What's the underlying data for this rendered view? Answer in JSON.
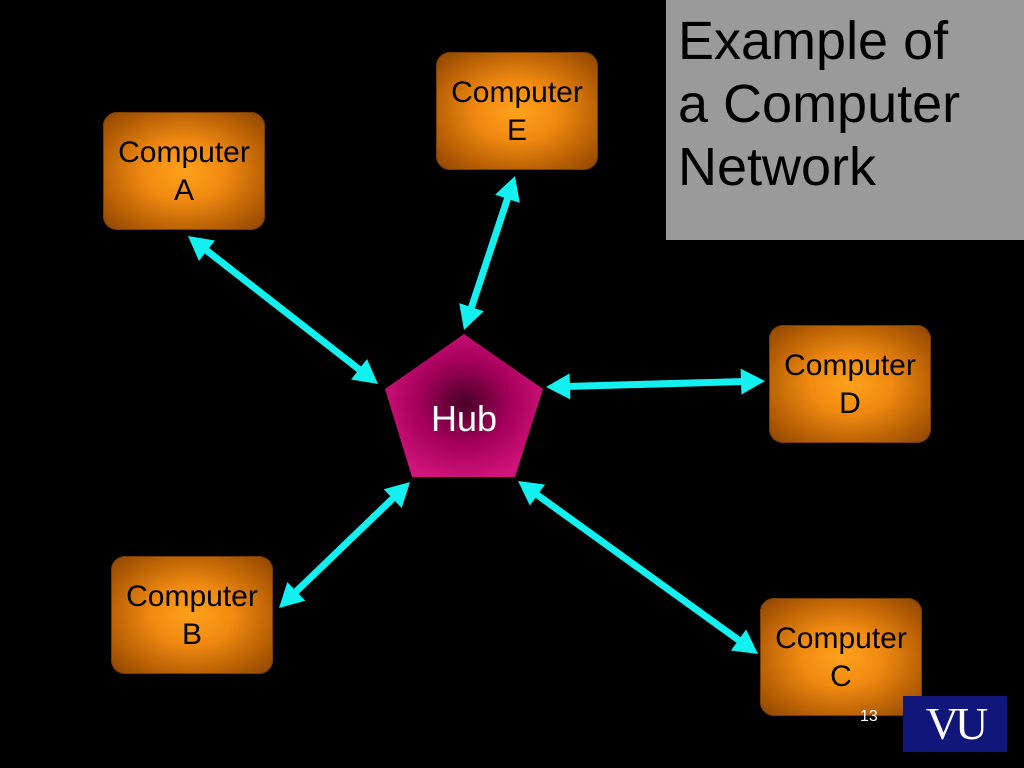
{
  "title": {
    "line1": "Example of",
    "line2": "a Computer",
    "line3": "Network"
  },
  "hub": {
    "label": "Hub",
    "color": "#c8006e",
    "center_color": "#4a0028"
  },
  "computers": {
    "a": {
      "line1": "Computer",
      "line2": "A"
    },
    "b": {
      "line1": "Computer",
      "line2": "B"
    },
    "c": {
      "line1": "Computer",
      "line2": "C"
    },
    "d": {
      "line1": "Computer",
      "line2": "D"
    },
    "e": {
      "line1": "Computer",
      "line2": "E"
    }
  },
  "colors": {
    "background": "#000000",
    "link": "#12f0f0",
    "node": "#f08a10",
    "title_box": "#9a9a9a",
    "logo_bg": "#10167a"
  },
  "footer": {
    "page_number": "13",
    "logo_text": "VU"
  }
}
